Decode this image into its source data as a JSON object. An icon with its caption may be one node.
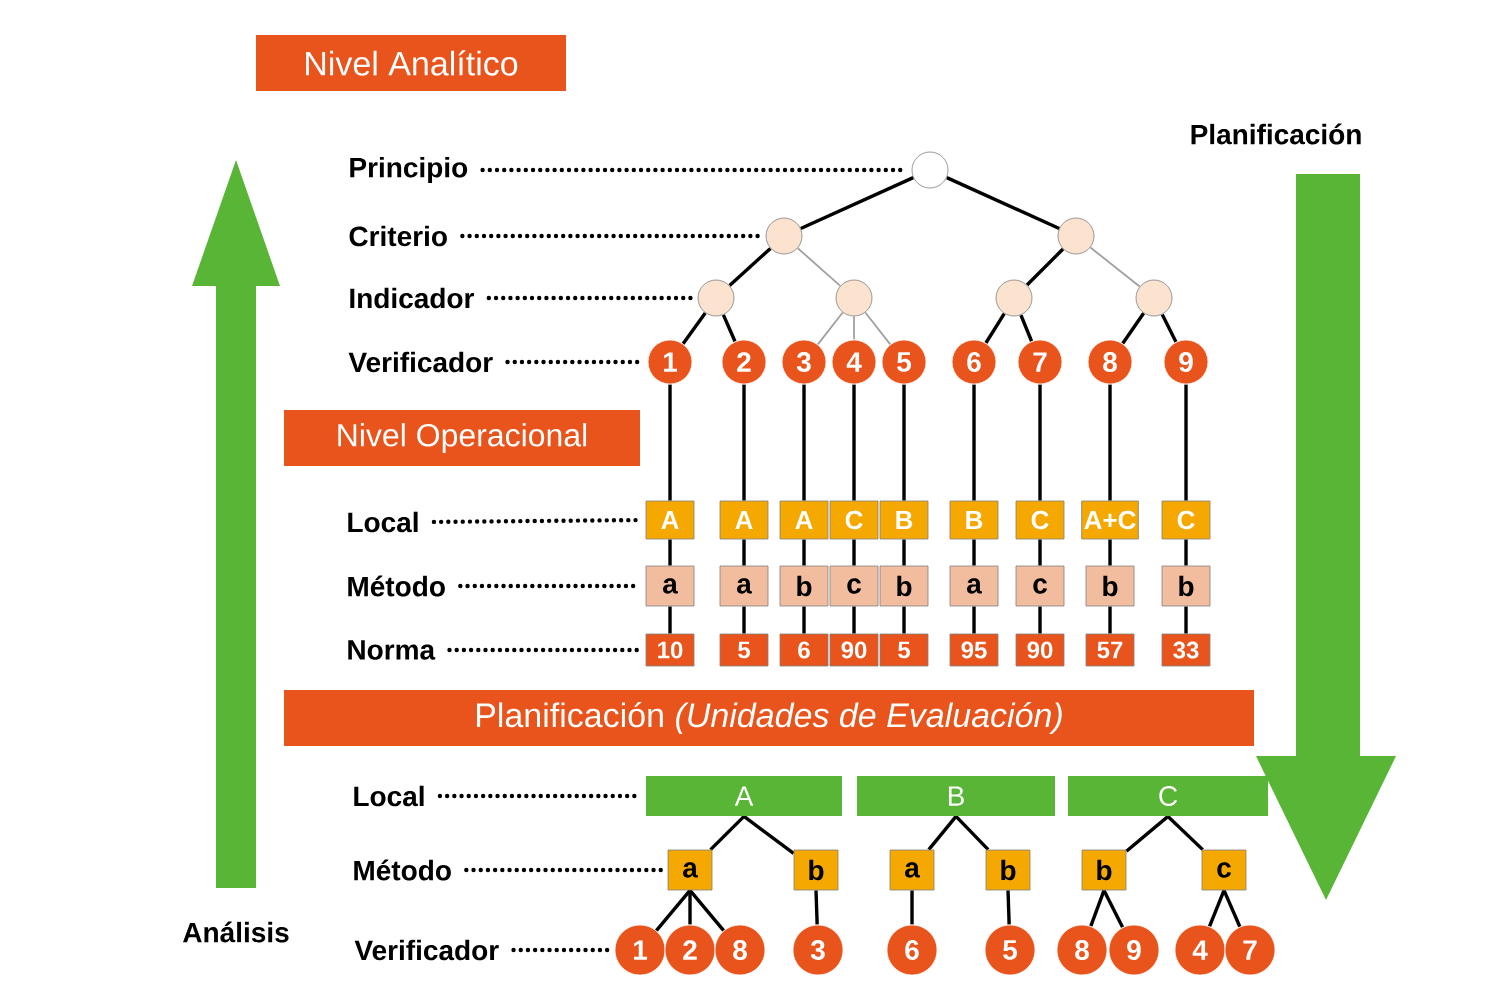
{
  "diagram": {
    "nodes": [
      {
        "text": [
          "Nivel Analítico"
        ]
      },
      {
        "text": [
          "Principio"
        ]
      },
      {
        "text": [],
        "shape": "circle"
      },
      {
        "text": [
          "Criterio"
        ]
      },
      {
        "text": [],
        "shape": "circle"
      },
      {
        "text": [],
        "shape": "circle"
      },
      {
        "text": [
          "Indicador"
        ]
      },
      {
        "text": [],
        "shape": "circle"
      },
      {
        "text": [],
        "shape": "circle"
      },
      {
        "text": [],
        "shape": "circle"
      },
      {
        "text": [],
        "shape": "circle"
      },
      {
        "text": [
          "Verificador"
        ]
      },
      {
        "text": [
          "1"
        ]
      },
      {
        "text": [
          "2"
        ]
      },
      {
        "text": [
          "3"
        ]
      },
      {
        "text": [
          "4"
        ]
      },
      {
        "text": [
          "5"
        ]
      },
      {
        "text": [
          "6"
        ]
      },
      {
        "text": [
          "7"
        ]
      },
      {
        "text": [
          "8"
        ]
      },
      {
        "text": [
          "9"
        ]
      },
      {
        "text": [
          "Nivel Operacional"
        ]
      },
      {
        "text": [
          "Local"
        ]
      },
      {
        "text": [
          "A"
        ]
      },
      {
        "text": [
          "A"
        ]
      },
      {
        "text": [
          "A"
        ]
      },
      {
        "text": [
          "C"
        ]
      },
      {
        "text": [
          "B"
        ]
      },
      {
        "text": [
          "B"
        ]
      },
      {
        "text": [
          "C"
        ]
      },
      {
        "text": [
          "A+C"
        ]
      },
      {
        "text": [
          "C"
        ]
      },
      {
        "text": [
          "Método"
        ]
      },
      {
        "text": [
          "a"
        ]
      },
      {
        "text": [
          "a"
        ]
      },
      {
        "text": [
          "b"
        ]
      },
      {
        "text": [
          "c"
        ]
      },
      {
        "text": [
          "b"
        ]
      },
      {
        "text": [
          "a"
        ]
      },
      {
        "text": [
          "c"
        ]
      },
      {
        "text": [
          "b"
        ]
      },
      {
        "text": [
          "b"
        ]
      },
      {
        "text": [
          "Norma"
        ]
      },
      {
        "text": [
          "10"
        ]
      },
      {
        "text": [
          "5"
        ]
      },
      {
        "text": [
          "6"
        ]
      },
      {
        "text": [
          "90"
        ]
      },
      {
        "text": [
          "5"
        ]
      },
      {
        "text": [
          "95"
        ]
      },
      {
        "text": [
          "90"
        ]
      },
      {
        "text": [
          "57"
        ]
      },
      {
        "text": [
          "33"
        ]
      },
      {
        "text": [
          "Planificación *(Unidades de Evaluación)*"
        ]
      },
      {
        "text": [
          "Local"
        ]
      },
      {
        "text": [
          "A"
        ]
      },
      {
        "text": [
          "B"
        ]
      },
      {
        "text": [
          "C"
        ]
      },
      {
        "text": [
          "Método"
        ]
      },
      {
        "text": [
          "a"
        ]
      },
      {
        "text": [
          "b"
        ]
      },
      {
        "text": [
          "a"
        ]
      },
      {
        "text": [
          "b"
        ]
      },
      {
        "text": [
          "b"
        ]
      },
      {
        "text": [
          "c"
        ]
      },
      {
        "text": [
          "Verificador"
        ]
      },
      {
        "text": [
          "1"
        ]
      },
      {
        "text": [
          "2"
        ]
      },
      {
        "text": [
          "8"
        ]
      },
      {
        "text": [
          "3"
        ]
      },
      {
        "text": [
          "6"
        ]
      },
      {
        "text": [
          "5"
        ]
      },
      {
        "text": [
          "8"
        ]
      },
      {
        "text": [
          "9"
        ]
      },
      {
        "text": [
          "4"
        ]
      },
      {
        "text": [
          "7"
        ]
      }
    ],
    "edges": [
      {
        "from": 1,
        "to": 2,
        "arrow": "none",
        "style": "dashed"
      },
      {
        "from": 3,
        "to": 4,
        "arrow": "none",
        "style": "dashed"
      },
      {
        "from": 6,
        "to": 7,
        "arrow": "none",
        "style": "dashed"
      },
      {
        "from": 11,
        "to": 12,
        "arrow": "none",
        "style": "dashed"
      },
      {
        "from": 2,
        "to": 4,
        "arrow": "none"
      },
      {
        "from": 2,
        "to": 5,
        "arrow": "none"
      },
      {
        "from": 4,
        "to": 7,
        "arrow": "none"
      },
      {
        "from": 4,
        "to": 8,
        "arrow": "none",
        "color": "#a0a0a0"
      },
      {
        "from": 5,
        "to": 9,
        "arrow": "none"
      },
      {
        "from": 5,
        "to": 10,
        "arrow": "none",
        "color": "#a0a0a0"
      },
      {
        "from": 7,
        "to": 12,
        "arrow": "none"
      },
      {
        "from": 7,
        "to": 13,
        "arrow": "none"
      },
      {
        "from": 8,
        "to": 14,
        "arrow": "none",
        "color": "#a0a0a0"
      },
      {
        "from": 8,
        "to": 15,
        "arrow": "none",
        "color": "#a0a0a0"
      },
      {
        "from": 8,
        "to": 16,
        "arrow": "none",
        "color": "#a0a0a0"
      },
      {
        "from": 9,
        "to": 17,
        "arrow": "none"
      },
      {
        "from": 9,
        "to": 18,
        "arrow": "none"
      },
      {
        "from": 10,
        "to": 19,
        "arrow": "none"
      },
      {
        "from": 10,
        "to": 20,
        "arrow": "none"
      },
      {
        "from": 22,
        "to": 23,
        "arrow": "none",
        "style": "dashed"
      },
      {
        "from": 32,
        "to": 33,
        "arrow": "none",
        "style": "dashed"
      },
      {
        "from": 42,
        "to": 43,
        "arrow": "none",
        "style": "dashed"
      },
      {
        "from": 12,
        "to": 23,
        "arrow": "none"
      },
      {
        "from": 23,
        "to": 33,
        "arrow": "none"
      },
      {
        "from": 33,
        "to": 43,
        "arrow": "none"
      },
      {
        "from": 13,
        "to": 24,
        "arrow": "none"
      },
      {
        "from": 24,
        "to": 34,
        "arrow": "none"
      },
      {
        "from": 34,
        "to": 44,
        "arrow": "none"
      },
      {
        "from": 14,
        "to": 25,
        "arrow": "none"
      },
      {
        "from": 25,
        "to": 35,
        "arrow": "none"
      },
      {
        "from": 35,
        "to": 45,
        "arrow": "none"
      },
      {
        "from": 15,
        "to": 26,
        "arrow": "none"
      },
      {
        "from": 26,
        "to": 36,
        "arrow": "none"
      },
      {
        "from": 36,
        "to": 46,
        "arrow": "none"
      },
      {
        "from": 16,
        "to": 27,
        "arrow": "none"
      },
      {
        "from": 27,
        "to": 37,
        "arrow": "none"
      },
      {
        "from": 37,
        "to": 47,
        "arrow": "none"
      },
      {
        "from": 17,
        "to": 28,
        "arrow": "none"
      },
      {
        "from": 28,
        "to": 38,
        "arrow": "none"
      },
      {
        "from": 38,
        "to": 48,
        "arrow": "none"
      },
      {
        "from": 18,
        "to": 29,
        "arrow": "none"
      },
      {
        "from": 29,
        "to": 39,
        "arrow": "none"
      },
      {
        "from": 39,
        "to": 49,
        "arrow": "none"
      },
      {
        "from": 19,
        "to": 30,
        "arrow": "none"
      },
      {
        "from": 30,
        "to": 40,
        "arrow": "none"
      },
      {
        "from": 40,
        "to": 50,
        "arrow": "none"
      },
      {
        "from": 20,
        "to": 31,
        "arrow": "none"
      },
      {
        "from": 31,
        "to": 41,
        "arrow": "none"
      },
      {
        "from": 41,
        "to": 51,
        "arrow": "none"
      },
      {
        "from": 53,
        "to": 54,
        "arrow": "none",
        "style": "dashed"
      },
      {
        "from": 57,
        "to": 58,
        "arrow": "none",
        "style": "dashed"
      },
      {
        "from": 64,
        "to": 65,
        "arrow": "none",
        "style": "dashed"
      },
      {
        "from": 54,
        "to": 58,
        "arrow": "none"
      },
      {
        "from": 54,
        "to": 59,
        "arrow": "none"
      },
      {
        "from": 55,
        "to": 60,
        "arrow": "none"
      },
      {
        "from": 55,
        "to": 61,
        "arrow": "none"
      },
      {
        "from": 56,
        "to": 62,
        "arrow": "none"
      },
      {
        "from": 56,
        "to": 63,
        "arrow": "none"
      },
      {
        "from": 58,
        "to": 65,
        "arrow": "none"
      },
      {
        "from": 58,
        "to": 66,
        "arrow": "none"
      },
      {
        "from": 58,
        "to": 67,
        "arrow": "none"
      },
      {
        "from": 59,
        "to": 68,
        "arrow": "none"
      },
      {
        "from": 60,
        "to": 69,
        "arrow": "none"
      },
      {
        "from": 61,
        "to": 70,
        "arrow": "none"
      },
      {
        "from": 62,
        "to": 71,
        "arrow": "none"
      },
      {
        "from": 62,
        "to": 72,
        "arrow": "none"
      },
      {
        "from": 63,
        "to": 73,
        "arrow": "none"
      },
      {
        "from": 63,
        "to": 74,
        "arrow": "none"
      }
    ],
    "labels": [
      "Planificación",
      "Análisis"
    ]
  }
}
